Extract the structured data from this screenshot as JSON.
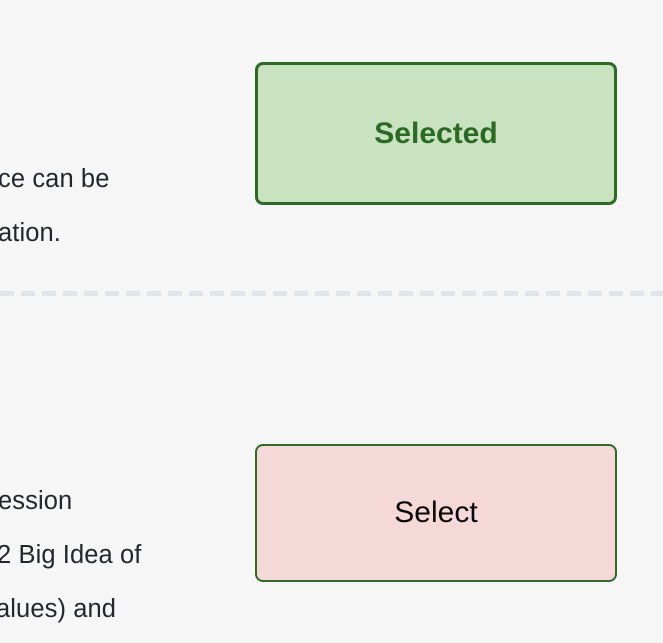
{
  "page": {
    "background_color": "#f6f6f7",
    "text_color": "#23272c"
  },
  "divider": {
    "style": "dashed",
    "color": "#e1e5ea"
  },
  "rows": [
    {
      "description_lines": [
        "ce can be",
        "ation."
      ],
      "action": {
        "label": "Selected",
        "state": "selected",
        "fill_color": "#c9e3c1",
        "border_color": "#2b6a22",
        "text_color": "#2b6a22"
      }
    },
    {
      "description_lines": [
        "ession",
        "2 Big Idea of",
        "alues) and"
      ],
      "action": {
        "label": "Select",
        "state": "unselected",
        "fill_color": "#f5d8d8",
        "border_color": "#2f6b26",
        "text_color": "#0a0a0a"
      }
    }
  ]
}
